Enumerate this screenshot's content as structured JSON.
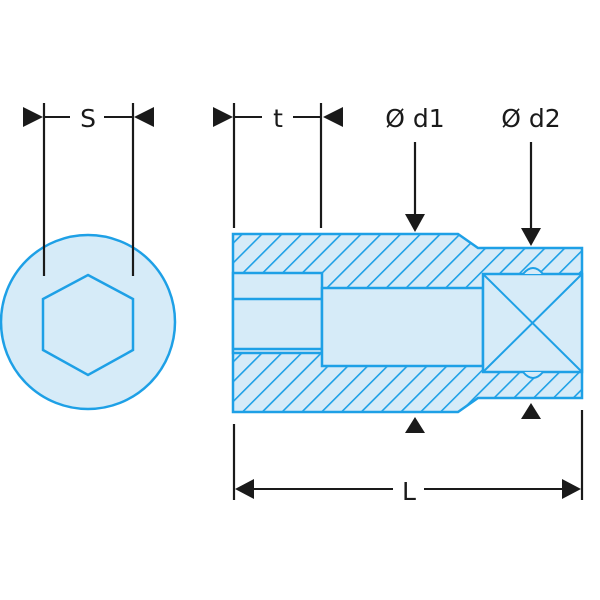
{
  "diagram": {
    "title": "Socket dimension drawing",
    "colors": {
      "fill": "#d6ebf8",
      "outline": "#1ea0e6",
      "hatch": "#1ea0e6",
      "dimension": "#1a1a1a",
      "background": "#ffffff"
    },
    "labels": {
      "s": "S",
      "t": "t",
      "d1": "Ø d1",
      "d2": "Ø d2",
      "l": "L"
    },
    "views": [
      {
        "name": "end-view",
        "description": "Circular end view with hexagon opening"
      },
      {
        "name": "section-view",
        "description": "Longitudinal cross-section of socket with hex bore and square drive"
      }
    ]
  }
}
